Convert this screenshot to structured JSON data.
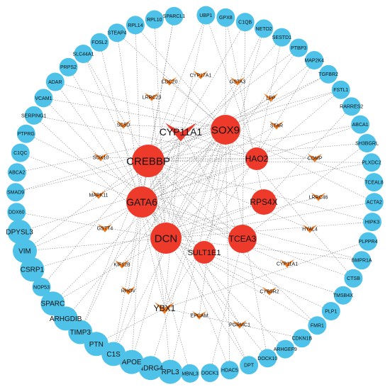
{
  "colors": {
    "outer_node": "#4ec2e8",
    "hub_node": "#ee3a2a",
    "arrow_node": "#f07a1c",
    "edge": "#8a8a8a",
    "background": "#ffffff"
  },
  "outer_nodes": [
    {
      "id": "UBP1",
      "label": "UBP1"
    },
    {
      "id": "GPX8",
      "label": "GPX8"
    },
    {
      "id": "C1QB",
      "label": "C1QB"
    },
    {
      "id": "NETO2",
      "label": "NETO2"
    },
    {
      "id": "SESTD1",
      "label": "SESTD1"
    },
    {
      "id": "PTBP3",
      "label": "PTBP3"
    },
    {
      "id": "MAP2K4",
      "label": "MAP2K4"
    },
    {
      "id": "TGFBR2",
      "label": "TGFBR2"
    },
    {
      "id": "FSTL1",
      "label": "FSTL1"
    },
    {
      "id": "RARRES2",
      "label": "RARRES2"
    },
    {
      "id": "ABCA1",
      "label": "ABCA1"
    },
    {
      "id": "SH3BGRL",
      "label": "SH3BGRL"
    },
    {
      "id": "PLXDC2",
      "label": "PLXDC2"
    },
    {
      "id": "TCEAL8",
      "label": "TCEAL8"
    },
    {
      "id": "ACTA2",
      "label": "ACTA2"
    },
    {
      "id": "HIPK3",
      "label": "HIPK3"
    },
    {
      "id": "PLPPR4",
      "label": "PLPPR4"
    },
    {
      "id": "BMPR1A",
      "label": "BMPR1A"
    },
    {
      "id": "CTSB",
      "label": "CTSB"
    },
    {
      "id": "TMSB4X",
      "label": "TMSB4X"
    },
    {
      "id": "PLP1",
      "label": "PLP1"
    },
    {
      "id": "FMR1",
      "label": "FMR1"
    },
    {
      "id": "CDKN1B",
      "label": "CDKN1B"
    },
    {
      "id": "ARHGEF9",
      "label": "ARHGEF9"
    },
    {
      "id": "DOCK10",
      "label": "DOCK10"
    },
    {
      "id": "DPT",
      "label": "DPT"
    },
    {
      "id": "HDAC5",
      "label": "HDAC5"
    },
    {
      "id": "DOCK1",
      "label": "DOCK1"
    },
    {
      "id": "MBNL3",
      "label": "MBNL3"
    },
    {
      "id": "RPL3",
      "label": "RPL3",
      "size": "large"
    },
    {
      "id": "NDRG4",
      "label": "NDRG4",
      "size": "large"
    },
    {
      "id": "APOE",
      "label": "APOE",
      "size": "large"
    },
    {
      "id": "C1S",
      "label": "C1S",
      "size": "large"
    },
    {
      "id": "PTN",
      "label": "PTN",
      "size": "large"
    },
    {
      "id": "TIMP3",
      "label": "TIMP3",
      "size": "large"
    },
    {
      "id": "ARHGDIB",
      "label": "ARHGDIB",
      "size": "large"
    },
    {
      "id": "SPARC",
      "label": "SPARC",
      "size": "large"
    },
    {
      "id": "NOP53",
      "label": "NOP53"
    },
    {
      "id": "CSRP1",
      "label": "CSRP1",
      "size": "large"
    },
    {
      "id": "VIM",
      "label": "VIM",
      "size": "large"
    },
    {
      "id": "DPYSL3",
      "label": "DPYSL3",
      "size": "large"
    },
    {
      "id": "DDX60",
      "label": "DDX60"
    },
    {
      "id": "SMAD9",
      "label": "SMAD9"
    },
    {
      "id": "ABCA2",
      "label": "ABCA2"
    },
    {
      "id": "C1QC",
      "label": "C1QC"
    },
    {
      "id": "PTPRG",
      "label": "PTPRG"
    },
    {
      "id": "SERPING1",
      "label": "SERPING1"
    },
    {
      "id": "VCAM1",
      "label": "VCAM1"
    },
    {
      "id": "ADAR",
      "label": "ADAR"
    },
    {
      "id": "PRPS2",
      "label": "PRPS2"
    },
    {
      "id": "SLC44A1",
      "label": "SLC44A1"
    },
    {
      "id": "FOSL2",
      "label": "FOSL2"
    },
    {
      "id": "STEAP4",
      "label": "STEAP4"
    },
    {
      "id": "RPL14",
      "label": "RPL14"
    },
    {
      "id": "RPL10",
      "label": "RPL10"
    },
    {
      "id": "SPARCL1",
      "label": "SPARCL1"
    }
  ],
  "hub_nodes": [
    {
      "id": "SOX9",
      "label": "SOX9",
      "r": 21,
      "font": 15
    },
    {
      "id": "CREBBP",
      "label": "CREBBP",
      "r": 23,
      "font": 15
    },
    {
      "id": "HAO2",
      "label": "HAO2",
      "r": 16,
      "font": 12
    },
    {
      "id": "GATA6",
      "label": "GATA6",
      "r": 22,
      "font": 14
    },
    {
      "id": "RPS4X",
      "label": "RPS4X",
      "r": 18,
      "font": 12
    },
    {
      "id": "DCN",
      "label": "DCN",
      "r": 22,
      "font": 15
    },
    {
      "id": "TCEA3",
      "label": "TCEA3",
      "r": 20,
      "font": 12
    },
    {
      "id": "SULT1E1",
      "label": "SULT1E1",
      "r": 16,
      "font": 11
    },
    {
      "id": "YBX1",
      "label": "YBX1",
      "font": 12
    }
  ],
  "center_arrow": {
    "id": "CYP11A1_center",
    "label": "CYP11A1",
    "font": 14
  },
  "arrow_nodes": [
    {
      "id": "CDC20",
      "label": "CDC20"
    },
    {
      "id": "CYP17A1",
      "label": "CYP17A1"
    },
    {
      "id": "GSTA3",
      "label": "GSTA3"
    },
    {
      "id": "LRRC23",
      "label": "LRRC23"
    },
    {
      "id": "LPP",
      "label": "LPP"
    },
    {
      "id": "SC5D",
      "label": "SC5D"
    },
    {
      "id": "STAR",
      "label": "STAR"
    },
    {
      "id": "SOX10",
      "label": "SOX10"
    },
    {
      "id": "COMP",
      "label": "COMP"
    },
    {
      "id": "MAPK11",
      "label": "MAPK11"
    },
    {
      "id": "LRRC46",
      "label": "LRRC46"
    },
    {
      "id": "GSTT4",
      "label": "GSTT4"
    },
    {
      "id": "HYAL4",
      "label": "HYAL4"
    },
    {
      "id": "KIF12B",
      "label": "KIF12B"
    },
    {
      "id": "CYP11A1",
      "label": "CYP11A1"
    },
    {
      "id": "RHOV",
      "label": "RHOV"
    },
    {
      "id": "CYB5R2",
      "label": "CYB5R2"
    },
    {
      "id": "EPCAM",
      "label": "EPCAM"
    },
    {
      "id": "PGRMC1",
      "label": "PGRMC1"
    }
  ],
  "edges": [
    [
      "UBP1",
      "CREBBP"
    ],
    [
      "GPX8",
      "SOX9"
    ],
    [
      "C1QB",
      "GATA6"
    ],
    [
      "NETO2",
      "DCN"
    ],
    [
      "SESTD1",
      "HAO2"
    ],
    [
      "PTBP3",
      "CREBBP"
    ],
    [
      "MAP2K4",
      "GATA6"
    ],
    [
      "TGFBR2",
      "SOX9"
    ],
    [
      "FSTL1",
      "DCN"
    ],
    [
      "RARRES2",
      "RPS4X"
    ],
    [
      "ABCA1",
      "CREBBP"
    ],
    [
      "SH3BGRL",
      "TCEA3"
    ],
    [
      "PLXDC2",
      "GATA6"
    ],
    [
      "TCEAL8",
      "SOX9"
    ],
    [
      "ACTA2",
      "DCN"
    ],
    [
      "HIPK3",
      "CREBBP"
    ],
    [
      "PLPPR4",
      "YBX1"
    ],
    [
      "BMPR1A",
      "GATA6"
    ],
    [
      "CTSB",
      "SOX9"
    ],
    [
      "TMSB4X",
      "DCN"
    ],
    [
      "PLP1",
      "SULT1E1"
    ],
    [
      "FMR1",
      "CREBBP"
    ],
    [
      "CDKN1B",
      "YBX1"
    ],
    [
      "ARHGEF9",
      "GATA6"
    ],
    [
      "DOCK10",
      "SOX9"
    ],
    [
      "DPT",
      "DCN"
    ],
    [
      "HDAC5",
      "CREBBP"
    ],
    [
      "DOCK1",
      "TCEA3"
    ],
    [
      "MBNL3",
      "GATA6"
    ],
    [
      "RPL3",
      "YBX1"
    ],
    [
      "NDRG4",
      "SOX9"
    ],
    [
      "APOE",
      "DCN"
    ],
    [
      "C1S",
      "CREBBP"
    ],
    [
      "PTN",
      "YBX1"
    ],
    [
      "TIMP3",
      "GATA6"
    ],
    [
      "ARHGDIB",
      "SOX9"
    ],
    [
      "SPARC",
      "DCN"
    ],
    [
      "NOP53",
      "CREBBP"
    ],
    [
      "CSRP1",
      "RPS4X"
    ],
    [
      "VIM",
      "GATA6"
    ],
    [
      "DPYSL3",
      "HAO2"
    ],
    [
      "DDX60",
      "DCN"
    ],
    [
      "SMAD9",
      "CREBBP"
    ],
    [
      "ABCA2",
      "SOX9"
    ],
    [
      "C1QC",
      "GATA6"
    ],
    [
      "PTPRG",
      "TCEA3"
    ],
    [
      "SERPING1",
      "HAO2"
    ],
    [
      "VCAM1",
      "SOX9"
    ],
    [
      "ADAR",
      "GATA6"
    ],
    [
      "PRPS2",
      "DCN"
    ],
    [
      "SLC44A1",
      "CREBBP"
    ],
    [
      "FOSL2",
      "YBX1"
    ],
    [
      "STEAP4",
      "SOX9"
    ],
    [
      "RPL14",
      "GATA6"
    ],
    [
      "RPL10",
      "DCN"
    ],
    [
      "SPARCL1",
      "CREBBP"
    ],
    [
      "UBP1",
      "HAO2"
    ],
    [
      "GPX8",
      "RPS4X"
    ],
    [
      "C1QB",
      "TCEA3"
    ],
    [
      "NETO2",
      "SULT1E1"
    ],
    [
      "SESTD1",
      "GATA6"
    ],
    [
      "PTBP3",
      "DCN"
    ],
    [
      "MAP2K4",
      "YBX1"
    ],
    [
      "TGFBR2",
      "CREBBP"
    ],
    [
      "FSTL1",
      "SOX9"
    ],
    [
      "ABCA1",
      "GATA6"
    ],
    [
      "SH3BGRL",
      "CREBBP"
    ],
    [
      "ACTA2",
      "SOX9"
    ],
    [
      "HIPK3",
      "DCN"
    ],
    [
      "CTSB",
      "GATA6"
    ],
    [
      "FMR1",
      "DCN"
    ],
    [
      "DOCK10",
      "GATA6"
    ],
    [
      "DPT",
      "CREBBP"
    ],
    [
      "HDAC5",
      "SOX9"
    ],
    [
      "APOE",
      "GATA6"
    ],
    [
      "C1S",
      "SOX9"
    ],
    [
      "TIMP3",
      "CREBBP"
    ],
    [
      "SPARC",
      "SOX9"
    ],
    [
      "VIM",
      "DCN"
    ],
    [
      "SMAD9",
      "SOX9"
    ],
    [
      "SERPING1",
      "DCN"
    ],
    [
      "VCAM1",
      "GATA6"
    ],
    [
      "ADAR",
      "SOX9"
    ],
    [
      "SLC44A1",
      "DCN"
    ],
    [
      "STEAP4",
      "GATA6"
    ],
    [
      "RPL14",
      "SOX9"
    ],
    [
      "SPARCL1",
      "GATA6"
    ],
    [
      "PLXDC2",
      "CREBBP"
    ],
    [
      "BMPR1A",
      "DCN"
    ],
    [
      "RPL3",
      "SOX9"
    ],
    [
      "CDC20",
      "SOX9"
    ],
    [
      "CYP17A1",
      "CREBBP"
    ],
    [
      "GSTA3",
      "GATA6"
    ],
    [
      "LRRC23",
      "DCN"
    ],
    [
      "LPP",
      "CREBBP"
    ],
    [
      "SC5D",
      "SOX9"
    ],
    [
      "STAR",
      "GATA6"
    ],
    [
      "SOX10",
      "HAO2"
    ],
    [
      "COMP",
      "CREBBP"
    ],
    [
      "MAPK11",
      "SOX9"
    ],
    [
      "LRRC46",
      "DCN"
    ],
    [
      "GSTT4",
      "SOX9"
    ],
    [
      "HYAL4",
      "CREBBP"
    ],
    [
      "KIF12B",
      "SOX9"
    ],
    [
      "CYP11A1",
      "GATA6"
    ],
    [
      "RHOV",
      "CREBBP"
    ],
    [
      "CYB5R2",
      "DCN"
    ],
    [
      "EPCAM",
      "SOX9"
    ],
    [
      "PGRMC1",
      "CREBBP"
    ],
    [
      "CYP11A1_center",
      "DCN"
    ],
    [
      "CYP11A1_center",
      "HAO2"
    ],
    [
      "CYP11A1_center",
      "TCEA3"
    ],
    [
      "CYP11A1_center",
      "GATA6"
    ],
    [
      "CYP11A1_center",
      "YBX1"
    ],
    [
      "CYP11A1_center",
      "C1S"
    ],
    [
      "CYP11A1_center",
      "FSTL1"
    ],
    [
      "CYP11A1_center",
      "VIM"
    ],
    [
      "CYP11A1_center",
      "UBP1"
    ],
    [
      "YBX1",
      "SOX9"
    ],
    [
      "YBX1",
      "CREBBP"
    ],
    [
      "TCEA3",
      "CREBBP"
    ],
    [
      "SULT1E1",
      "GATA6"
    ],
    [
      "RPS4X",
      "DCN"
    ],
    [
      "HAO2",
      "GATA6"
    ],
    [
      "CREBBP",
      "DCN"
    ],
    [
      "SOX9",
      "DCN"
    ]
  ]
}
